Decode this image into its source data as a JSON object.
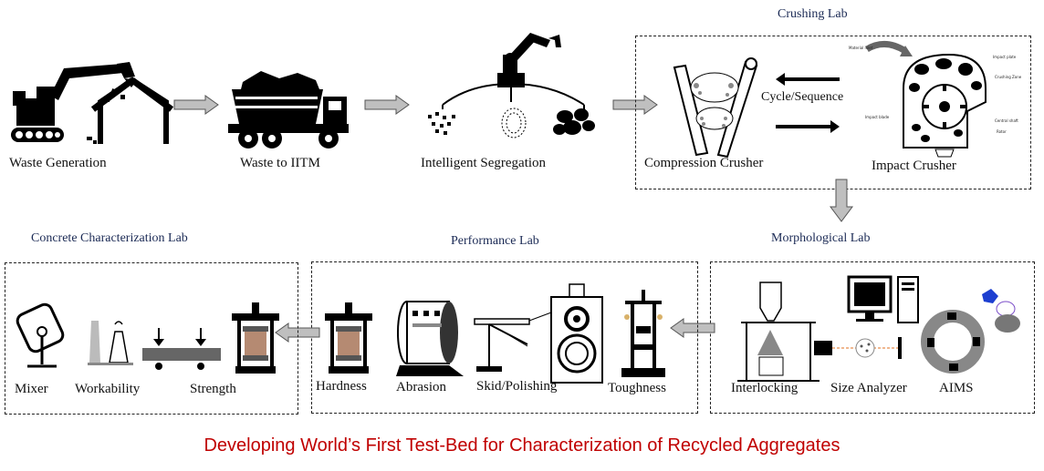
{
  "top_row": {
    "waste_generation": "Waste Generation",
    "waste_to_iitm": "Waste to IITM",
    "intelligent_segregation": "Intelligent Segregation"
  },
  "crushing_lab": {
    "title": "Crushing Lab",
    "compression_crusher": "Compression Crusher",
    "impact_crusher": "Impact Crusher",
    "cycle_label": "Cycle/Sequence",
    "impact_labels": {
      "material_inlet": "Material inlet",
      "impact_plate": "Impact plate",
      "crushing_zone": "Crushing Zone",
      "impact_blade": "Impact blade",
      "central_shaft": "Central shaft",
      "rotor": "Rotor"
    }
  },
  "morphological_lab": {
    "title": "Morphological  Lab",
    "interlocking": "Interlocking",
    "size_analyzer": "Size Analyzer",
    "aims": "AIMS"
  },
  "performance_lab": {
    "title": "Performance Lab",
    "hardness": "Hardness",
    "abrasion": "Abrasion",
    "skid_polishing": "Skid/Polishing",
    "toughness": "Toughness"
  },
  "concrete_lab": {
    "title": "Concrete Characterization Lab",
    "mixer": "Mixer",
    "workability": "Workability",
    "strength": "Strength"
  },
  "caption": "Developing World’s First Test-Bed for Characterization of Recycled Aggregates",
  "colors": {
    "caption": "#c00000",
    "lab_title": "#1b2a55",
    "arrow_fill": "#bfbfbf"
  }
}
